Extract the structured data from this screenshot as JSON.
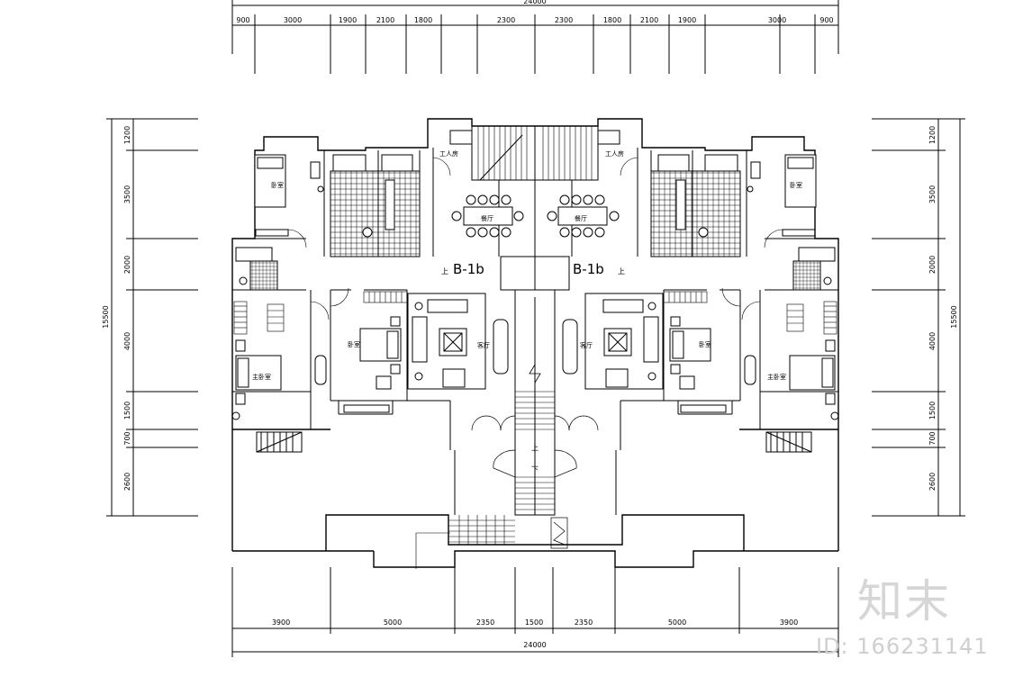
{
  "plan": {
    "unit_label_left": "B-1b",
    "unit_label_right": "B-1b",
    "total_width_top": "24000",
    "total_width_bottom": "24000",
    "top_dims": [
      "900",
      "3000",
      "1900",
      "2100",
      "1800",
      "2300",
      "2300",
      "1800",
      "2100",
      "1900",
      "3000",
      "900"
    ],
    "bottom_dims": [
      "3900",
      "5000",
      "2350",
      "1500",
      "2350",
      "5000",
      "3900"
    ],
    "side_dims": [
      "1200",
      "3500",
      "2000",
      "4000",
      "1500",
      "700",
      "2600"
    ],
    "side_total": "15500",
    "stair_up": "上",
    "stair_down": "下",
    "rooms": {
      "bedroom": "卧室",
      "master_bedroom": "主卧室",
      "living": "客厅",
      "dining": "餐厅",
      "worker": "工人房"
    }
  },
  "watermark": {
    "logo": "知末",
    "id": "ID: 166231141"
  },
  "colors": {
    "line": "#000000",
    "watermark": "#d0d0d0"
  }
}
